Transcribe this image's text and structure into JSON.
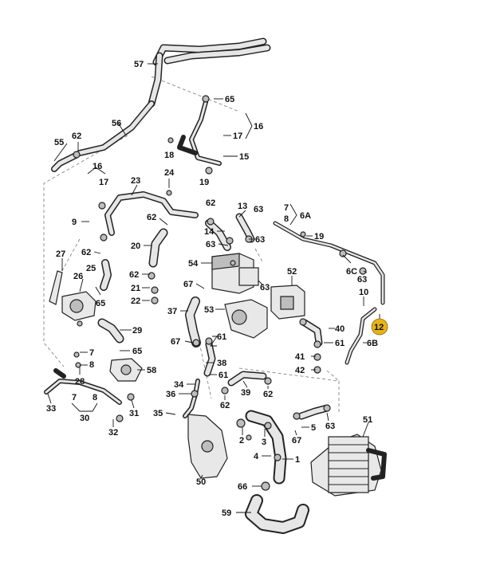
{
  "diagram": {
    "highlight_color": "#e8b21a",
    "highlighted_callout": "12",
    "callouts": [
      {
        "id": "c57",
        "label": "57"
      },
      {
        "id": "c65a",
        "label": "65"
      },
      {
        "id": "c56",
        "label": "56"
      },
      {
        "id": "c16a",
        "label": "16"
      },
      {
        "id": "c62a",
        "label": "62"
      },
      {
        "id": "c55",
        "label": "55"
      },
      {
        "id": "c17a",
        "label": "17"
      },
      {
        "id": "c18",
        "label": "18"
      },
      {
        "id": "c15",
        "label": "15"
      },
      {
        "id": "c16b",
        "label": "16"
      },
      {
        "id": "c17b",
        "label": "17"
      },
      {
        "id": "c24",
        "label": "24"
      },
      {
        "id": "c19a",
        "label": "19"
      },
      {
        "id": "c23",
        "label": "23"
      },
      {
        "id": "c9",
        "label": "9"
      },
      {
        "id": "c62b",
        "label": "62"
      },
      {
        "id": "c13",
        "label": "13"
      },
      {
        "id": "c63a",
        "label": "63"
      },
      {
        "id": "c7a",
        "label": "7"
      },
      {
        "id": "c8a",
        "label": "8"
      },
      {
        "id": "c6A",
        "label": "6A"
      },
      {
        "id": "c62c",
        "label": "62"
      },
      {
        "id": "c14",
        "label": "14"
      },
      {
        "id": "c20",
        "label": "20"
      },
      {
        "id": "c63b",
        "label": "63"
      },
      {
        "id": "c63c",
        "label": "63"
      },
      {
        "id": "c19b",
        "label": "19"
      },
      {
        "id": "c27",
        "label": "27"
      },
      {
        "id": "c62d",
        "label": "62"
      },
      {
        "id": "c25",
        "label": "25"
      },
      {
        "id": "c54",
        "label": "54"
      },
      {
        "id": "c63d",
        "label": "63"
      },
      {
        "id": "c52",
        "label": "52"
      },
      {
        "id": "c6C",
        "label": "6C"
      },
      {
        "id": "c63e",
        "label": "63"
      },
      {
        "id": "c26",
        "label": "26"
      },
      {
        "id": "c62e",
        "label": "62"
      },
      {
        "id": "c21",
        "label": "21"
      },
      {
        "id": "c67a",
        "label": "67"
      },
      {
        "id": "c65b",
        "label": "65"
      },
      {
        "id": "c22",
        "label": "22"
      },
      {
        "id": "c10",
        "label": "10"
      },
      {
        "id": "c37",
        "label": "37"
      },
      {
        "id": "c53",
        "label": "53"
      },
      {
        "id": "c12",
        "label": "12"
      },
      {
        "id": "c29",
        "label": "29"
      },
      {
        "id": "c40",
        "label": "40"
      },
      {
        "id": "c65c",
        "label": "65"
      },
      {
        "id": "c61a",
        "label": "61"
      },
      {
        "id": "c67b",
        "label": "67"
      },
      {
        "id": "c61b",
        "label": "61"
      },
      {
        "id": "c6B",
        "label": "6B"
      },
      {
        "id": "c7b",
        "label": "7"
      },
      {
        "id": "c8b",
        "label": "8"
      },
      {
        "id": "c41",
        "label": "41"
      },
      {
        "id": "c38",
        "label": "38"
      },
      {
        "id": "c42",
        "label": "42"
      },
      {
        "id": "c28",
        "label": "28"
      },
      {
        "id": "c58",
        "label": "58"
      },
      {
        "id": "c61c",
        "label": "61"
      },
      {
        "id": "c34",
        "label": "34"
      },
      {
        "id": "c39",
        "label": "39"
      },
      {
        "id": "c62f",
        "label": "62"
      },
      {
        "id": "c62g",
        "label": "62"
      },
      {
        "id": "c36",
        "label": "36"
      },
      {
        "id": "c7c",
        "label": "7"
      },
      {
        "id": "c8c",
        "label": "8"
      },
      {
        "id": "c33",
        "label": "33"
      },
      {
        "id": "c31",
        "label": "31"
      },
      {
        "id": "c51",
        "label": "51"
      },
      {
        "id": "c35",
        "label": "35"
      },
      {
        "id": "c63f",
        "label": "63"
      },
      {
        "id": "c5",
        "label": "5"
      },
      {
        "id": "c30",
        "label": "30"
      },
      {
        "id": "c32",
        "label": "32"
      },
      {
        "id": "c2",
        "label": "2"
      },
      {
        "id": "c3",
        "label": "3"
      },
      {
        "id": "c67c",
        "label": "67"
      },
      {
        "id": "c4",
        "label": "4"
      },
      {
        "id": "c1",
        "label": "1"
      },
      {
        "id": "c50",
        "label": "50"
      },
      {
        "id": "c66",
        "label": "66"
      },
      {
        "id": "c59",
        "label": "59"
      }
    ]
  }
}
